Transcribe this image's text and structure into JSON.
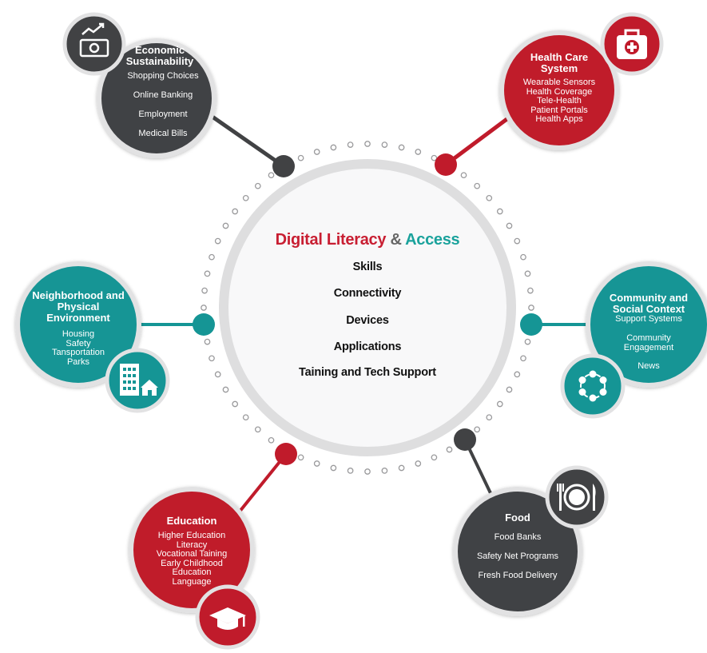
{
  "colors": {
    "red": "#c01b2b",
    "teal": "#159595",
    "dark": "#414244",
    "ring": "#dededf",
    "title_red": "#c81e32",
    "title_amp": "#666666",
    "title_teal": "#1aa29c"
  },
  "hub": {
    "title_part1": "Digital Literacy",
    "title_amp": " & ",
    "title_part2": "Access",
    "items": [
      "Skills",
      "Connectivity",
      "Devices",
      "Applications",
      "Taining and Tech Support"
    ]
  },
  "nodes": {
    "economic": {
      "color": "dark",
      "icon": "money-icon",
      "title": [
        "Economic",
        "Sustainability"
      ],
      "items": [
        "Shopping Choices",
        "Online Banking",
        "Employment",
        "Medical Bills"
      ]
    },
    "health": {
      "color": "red",
      "icon": "first-aid-kit-icon",
      "title": [
        "Health Care",
        "System"
      ],
      "items": [
        "Wearable Sensors",
        "Health Coverage",
        "Tele-Health",
        "Patient Portals",
        "Health Apps"
      ]
    },
    "neighborhood": {
      "color": "teal",
      "icon": "buildings-icon",
      "title": [
        "Neighborhood and",
        "Physical",
        "Environment"
      ],
      "items": [
        "Housing",
        "Safety",
        "Tansportation",
        "Parks"
      ]
    },
    "community": {
      "color": "teal",
      "icon": "circle-of-people-icon",
      "title": [
        "Community and",
        "Social Context"
      ],
      "items": [
        "Support Systems",
        "Community",
        "Engagement",
        "News"
      ]
    },
    "education": {
      "color": "red",
      "icon": "graduation-cap-icon",
      "title": [
        "Education"
      ],
      "items": [
        "Higher Education",
        "Literacy",
        "Vocational Taining",
        "Early Childhood",
        "Education",
        "Language"
      ]
    },
    "food": {
      "color": "dark",
      "icon": "plate-and-cutlery-icon",
      "title": [
        "Food"
      ],
      "items": [
        "Food Banks",
        "Safety Net Programs",
        "Fresh Food Delivery"
      ]
    }
  }
}
